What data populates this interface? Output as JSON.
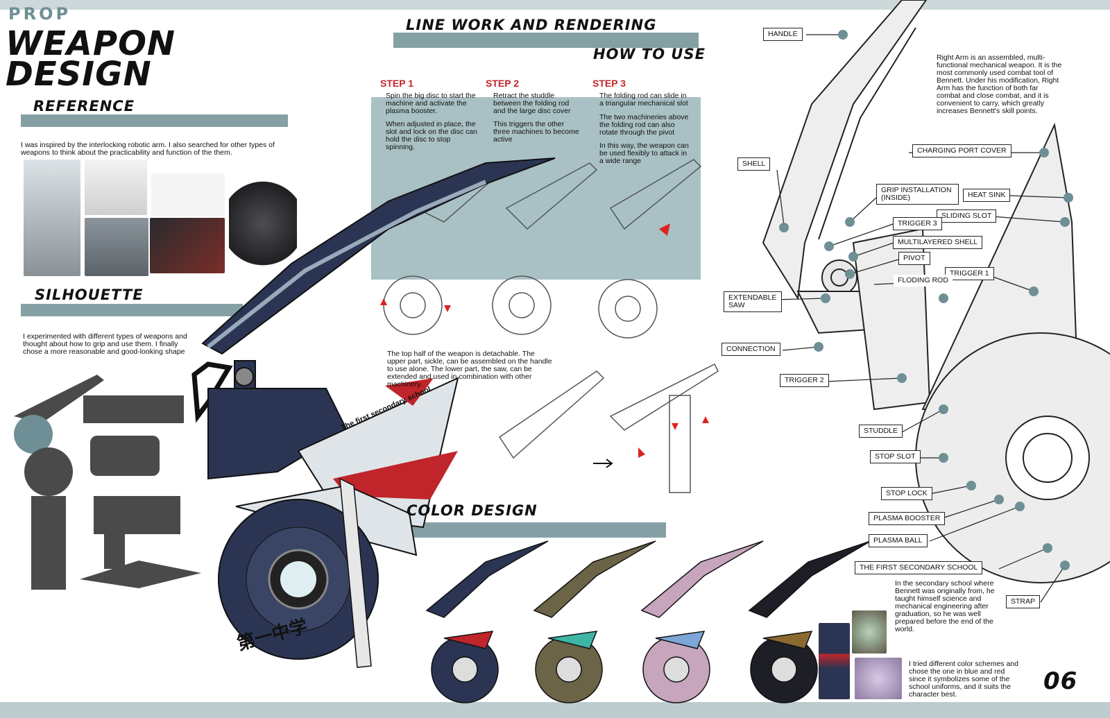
{
  "header": {
    "prop": "PROP",
    "title_line1": "WEAPON",
    "title_line2": "DESIGN",
    "page_number": "06"
  },
  "sections": {
    "reference": "REFERENCE",
    "silhouette": "SILHOUETTE",
    "line_work": "LINE WORK AND RENDERING",
    "how_to_use": "HOW TO USE",
    "color_design": "COLOR DESIGN"
  },
  "texts": {
    "reference_desc": "I was inspired by the interlocking robotic arm. I also searched for other types of weapons to think about the practicability and function of the them.",
    "silhouette_desc": "I experimented with different types of weapons and thought about how to grip and use them. I finally chose a more reasonable and good-looking shape",
    "detach_desc": "The top half of the weapon is detachable. The upper part, sickle, can be assembled on the handle to use alone. The lower part, the saw, can be extended and used in combination with other machinery.",
    "right_arm_desc": "Right Arm is an assembled, multi-functional mechanical weapon. It is the most commonly used combat tool of Bennett. Under his modification, Right Arm has the function of both far combat and close combat, and it is convenient to carry, which greatly increases Bennett's skill points.",
    "school_desc": "In the secondary school where Bennett was originally from, he taught himself science and mechanical engineering after graduation, so he was well prepared before the end of the world.",
    "color_desc": "I tried different color schemes and chose the one in blue and red since it symbolizes some of the school uniforms, and it suits the character best."
  },
  "steps": [
    {
      "label": "STEP 1",
      "p1": "Spin the big disc to start the machine and activate the plasma booster.",
      "p2": "When adjusted in place, the slot and lock on the disc can hold the disc to stop spinning."
    },
    {
      "label": "STEP 2",
      "p1": "Retract the studdle between the folding rod and the large disc cover",
      "p2": "This triggers the other three machines to become active"
    },
    {
      "label": "STEP 3",
      "p1": "The folding rod can slide in a triangular mechanical slot",
      "p2": "The two machineries above the folding rod can also rotate through the pivot",
      "p3": "In this way, the weapon can be used flexibly to attack in a wide range"
    }
  ],
  "callouts": {
    "handle": "HANDLE",
    "shell": "SHELL",
    "charging_port_cover": "CHARGING PORT COVER",
    "grip_installation": "GRIP INSTALLATION (INSIDE)",
    "heat_sink": "HEAT SINK",
    "sliding_slot": "SLIDING SLOT",
    "trigger3": "TRIGGER 3",
    "multilayered_shell": "MULTILAYERED SHELL",
    "pivot": "PIVOT",
    "trigger1": "TRIGGER 1",
    "floding_rod": "FLODING ROD",
    "extendable_saw": "EXTENDABLE SAW",
    "connection": "CONNECTION",
    "trigger2": "TRIGGER 2",
    "studdle": "STUDDLE",
    "stop_slot": "STOP SLOT",
    "stop_lock": "STOP LOCK",
    "plasma_booster": "PLASMA BOOSTER",
    "plasma_ball": "PLASMA BALL",
    "first_secondary_school": "THE FIRST SECONDARY SCHOOL",
    "strap": "STRAP"
  },
  "weapon_text": {
    "school_banner": "The first secondary school",
    "disc_text": "第一中学"
  },
  "colors": {
    "navy": "#2b3553",
    "red": "#c0252b",
    "teal": "#6e8f95",
    "panel": "#a9c1c4",
    "olive": "#6b6446",
    "pink": "#c7a5bd",
    "black": "#1e1f26"
  }
}
